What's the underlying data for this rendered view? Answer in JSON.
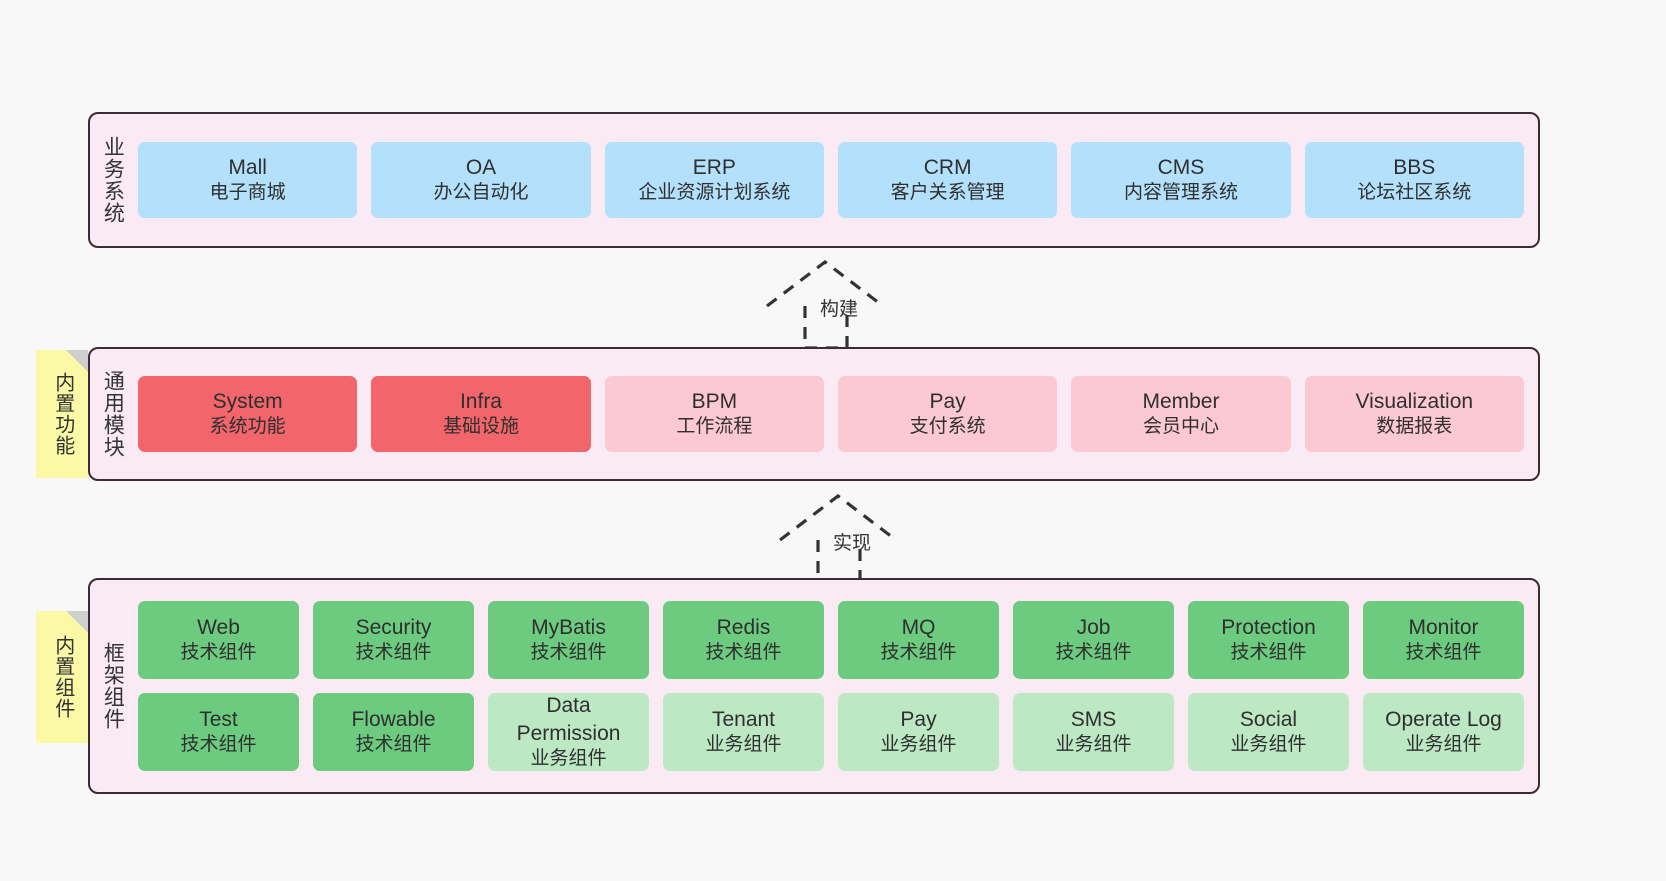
{
  "diagram": {
    "bands": [
      {
        "id": "business",
        "label": "业务系统",
        "rows": [
          [
            {
              "title": "Mall",
              "sub": "电子商城",
              "color": "#b3e0fb"
            },
            {
              "title": "OA",
              "sub": "办公自动化",
              "color": "#b3e0fb"
            },
            {
              "title": "ERP",
              "sub": "企业资源计划系统",
              "color": "#b3e0fb"
            },
            {
              "title": "CRM",
              "sub": "客户关系管理",
              "color": "#b3e0fb"
            },
            {
              "title": "CMS",
              "sub": "内容管理系统",
              "color": "#b3e0fb"
            },
            {
              "title": "BBS",
              "sub": "论坛社区系统",
              "color": "#b3e0fb"
            }
          ]
        ]
      },
      {
        "id": "common",
        "label": "通用模块",
        "rows": [
          [
            {
              "title": "System",
              "sub": "系统功能",
              "color": "#f2656a"
            },
            {
              "title": "Infra",
              "sub": "基础设施",
              "color": "#f2656a"
            },
            {
              "title": "BPM",
              "sub": "工作流程",
              "color": "#fcc9d2"
            },
            {
              "title": "Pay",
              "sub": "支付系统",
              "color": "#fcc9d2"
            },
            {
              "title": "Member",
              "sub": "会员中心",
              "color": "#fcc9d2"
            },
            {
              "title": "Visualization",
              "sub": "数据报表",
              "color": "#fcc9d2"
            }
          ]
        ]
      },
      {
        "id": "framework",
        "label": "框架组件",
        "rows": [
          [
            {
              "title": "Web",
              "sub": "技术组件",
              "color": "#6ccb7f"
            },
            {
              "title": "Security",
              "sub": "技术组件",
              "color": "#6ccb7f"
            },
            {
              "title": "MyBatis",
              "sub": "技术组件",
              "color": "#6ccb7f"
            },
            {
              "title": "Redis",
              "sub": "技术组件",
              "color": "#6ccb7f"
            },
            {
              "title": "MQ",
              "sub": "技术组件",
              "color": "#6ccb7f"
            },
            {
              "title": "Job",
              "sub": "技术组件",
              "color": "#6ccb7f"
            },
            {
              "title": "Protection",
              "sub": "技术组件",
              "color": "#6ccb7f"
            },
            {
              "title": "Monitor",
              "sub": "技术组件",
              "color": "#6ccb7f"
            }
          ],
          [
            {
              "title": "Test",
              "sub": "技术组件",
              "color": "#6ccb7f"
            },
            {
              "title": "Flowable",
              "sub": "技术组件",
              "color": "#6ccb7f"
            },
            {
              "title": "Data Permission",
              "sub": "业务组件",
              "color": "#bde8c4"
            },
            {
              "title": "Tenant",
              "sub": "业务组件",
              "color": "#bde8c4"
            },
            {
              "title": "Pay",
              "sub": "业务组件",
              "color": "#bde8c4"
            },
            {
              "title": "SMS",
              "sub": "业务组件",
              "color": "#bde8c4"
            },
            {
              "title": "Social",
              "sub": "业务组件",
              "color": "#bde8c4"
            },
            {
              "title": "Operate Log",
              "sub": "业务组件",
              "color": "#bde8c4"
            }
          ]
        ]
      }
    ],
    "notes": [
      {
        "id": "functions",
        "text": "内置功能"
      },
      {
        "id": "components",
        "text": "内置组件"
      }
    ],
    "arrows": [
      {
        "id": "build",
        "label": "构建"
      },
      {
        "id": "realize",
        "label": "实现"
      }
    ],
    "colors": {
      "band_fill": "#f9eaf4",
      "band_border": "#3c2a35",
      "note_fill": "#fbf8a6",
      "page_bg": "#f8f8f8"
    }
  }
}
